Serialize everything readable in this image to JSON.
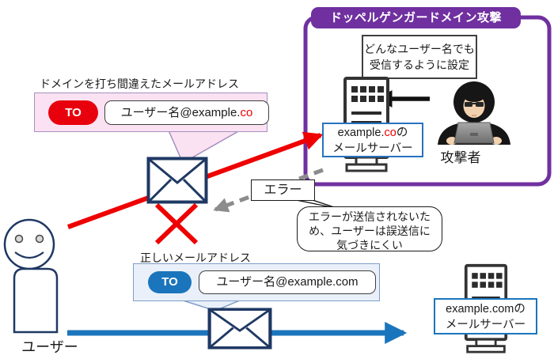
{
  "colors": {
    "purple": "#7030A0",
    "red": "#EE0000",
    "red_badge": "#E8000D",
    "blue": "#1B75BC",
    "navy_outline": "#1F3864",
    "pink_fill": "#FBE2F2",
    "light_blue_fill": "#EAF0F9",
    "gray_dash": "#8C8C8C"
  },
  "attack_panel": {
    "title": "ドッペルゲンガードメイン攻撃",
    "setup_note": "どんなユーザー名でも\n受信するように設定",
    "attacker_label": "攻撃者",
    "server": {
      "domain_prefix": "example.",
      "domain_typo": "co",
      "domain_suffix": "の",
      "line2": "メールサーバー"
    }
  },
  "mistyped_mail": {
    "caption": "ドメインを打ち間違えたメールアドレス",
    "to_label": "TO",
    "address_prefix": "ユーザー名@example.",
    "address_typo": "co"
  },
  "correct_mail": {
    "caption": "正しいメールアドレス",
    "to_label": "TO",
    "address": "ユーザー名@example.com"
  },
  "error": {
    "box_label": "エラー",
    "note": "エラーが送信されないた\nめ、ユーザーは誤送信に\n気づきにくい"
  },
  "correct_server": {
    "line1": "example.comの",
    "line2": "メールサーバー"
  },
  "user_label": "ユーザー"
}
